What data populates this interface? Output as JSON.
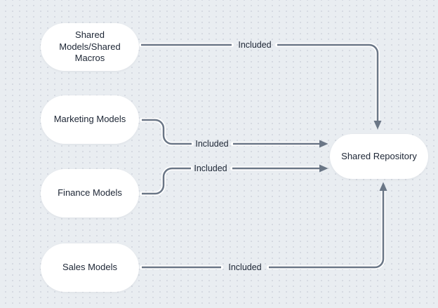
{
  "diagram": {
    "background_color": "#e9edf1",
    "dot_grid_color": "#d2d7df",
    "edge_color": "#6a7686",
    "node_fill_color": "#ffffff",
    "text_color": "#1c2534",
    "nodes": [
      {
        "id": "shared-models-shared-macros",
        "label": "Shared\nModels/Shared\nMacros"
      },
      {
        "id": "marketing-models",
        "label": "Marketing Models"
      },
      {
        "id": "finance-models",
        "label": "Finance Models"
      },
      {
        "id": "sales-models",
        "label": "Sales Models"
      },
      {
        "id": "shared-repository",
        "label": "Shared Repository"
      }
    ],
    "edges": [
      {
        "from": "Shared Models/Shared Macros",
        "to": "Shared Repository",
        "label": "Included"
      },
      {
        "from": "Marketing Models",
        "to": "Shared Repository",
        "label": "Included"
      },
      {
        "from": "Finance Models",
        "to": "Shared Repository",
        "label": "Included"
      },
      {
        "from": "Sales Models",
        "to": "Shared Repository",
        "label": "Included"
      }
    ]
  }
}
